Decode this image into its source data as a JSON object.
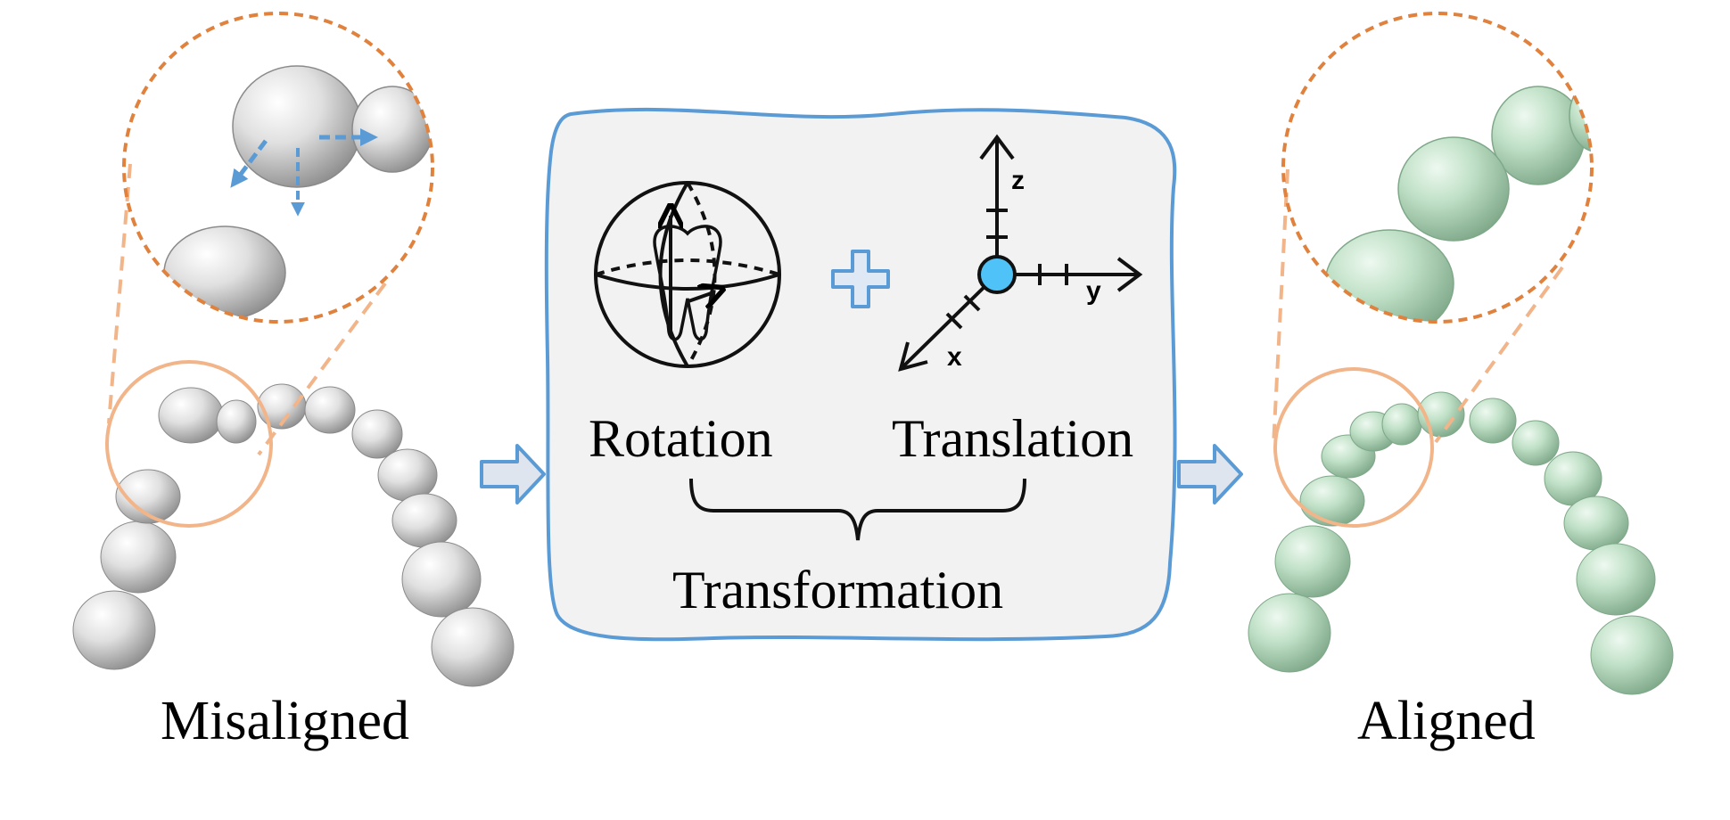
{
  "labels": {
    "left": "Misaligned",
    "right": "Aligned",
    "rotation": "Rotation",
    "translation": "Translation",
    "transformation": "Transformation"
  },
  "axes": {
    "z": "z",
    "y": "y",
    "x": "x"
  },
  "icons": {
    "rotation": "tooth-in-sphere-icon",
    "plus": "plus-icon",
    "translation": "xyz-axes-icon",
    "flow_arrow": "hollow-right-arrow-icon"
  },
  "colors": {
    "misaligned_tooth": "#d6d6d6",
    "aligned_tooth": "#bfe0c6",
    "zoom_orange": "#e0823d",
    "zoom_light_orange": "#f2b489",
    "panel_border": "#5b9bd5",
    "panel_fill": "#f2f2f2",
    "arrow_blue": "#5b9bd5",
    "axis_origin": "#4fc3f7"
  }
}
